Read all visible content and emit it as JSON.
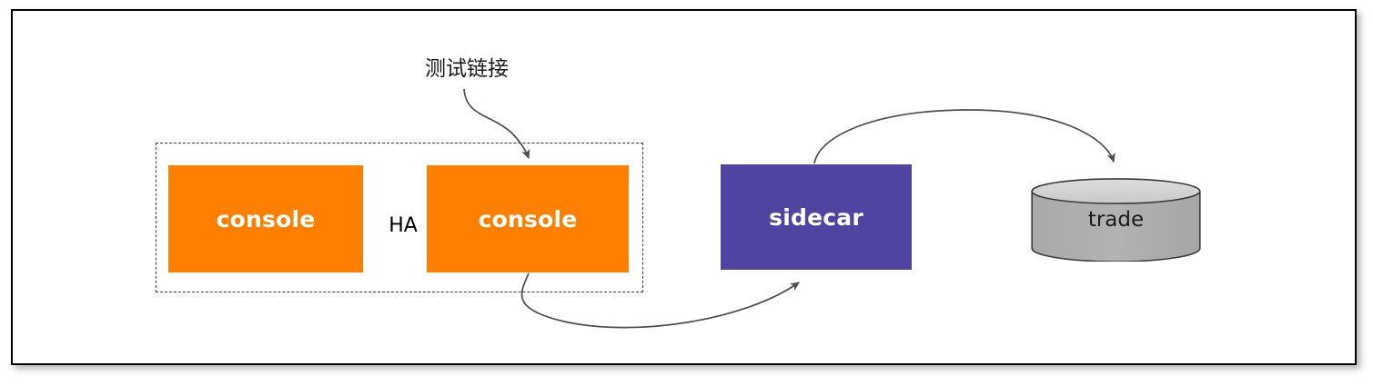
{
  "diagram": {
    "title_annotation": "测试链接",
    "ha_group": {
      "connector_label": "HA",
      "nodes": [
        {
          "id": "console-primary",
          "label": "console",
          "type": "service",
          "color": "#ff8000"
        },
        {
          "id": "console-standby",
          "label": "console",
          "type": "service",
          "color": "#ff8000"
        }
      ]
    },
    "nodes": [
      {
        "id": "sidecar",
        "label": "sidecar",
        "type": "service",
        "color": "#4f44a0"
      },
      {
        "id": "trade",
        "label": "trade",
        "type": "datastore",
        "color": "#aeaeae"
      }
    ],
    "edges": [
      {
        "id": "test-link-to-console",
        "label": "测试链接",
        "from": "annotation",
        "to": "console-standby",
        "arrow": "down"
      },
      {
        "id": "console-to-sidecar",
        "label": "",
        "from": "console-standby",
        "to": "sidecar",
        "arrow": "up"
      },
      {
        "id": "sidecar-to-trade",
        "label": "",
        "from": "sidecar",
        "to": "trade",
        "arrow": "down"
      }
    ],
    "colors": {
      "service_orange": "#ff8000",
      "service_purple": "#4f44a0",
      "datastore_body": "#aeaeae",
      "datastore_top": "#d4d4d4",
      "connector_stroke": "#4d4d4d",
      "group_border": "#3d3d3d",
      "frame_border": "#000000",
      "canvas": "#ffffff"
    }
  }
}
